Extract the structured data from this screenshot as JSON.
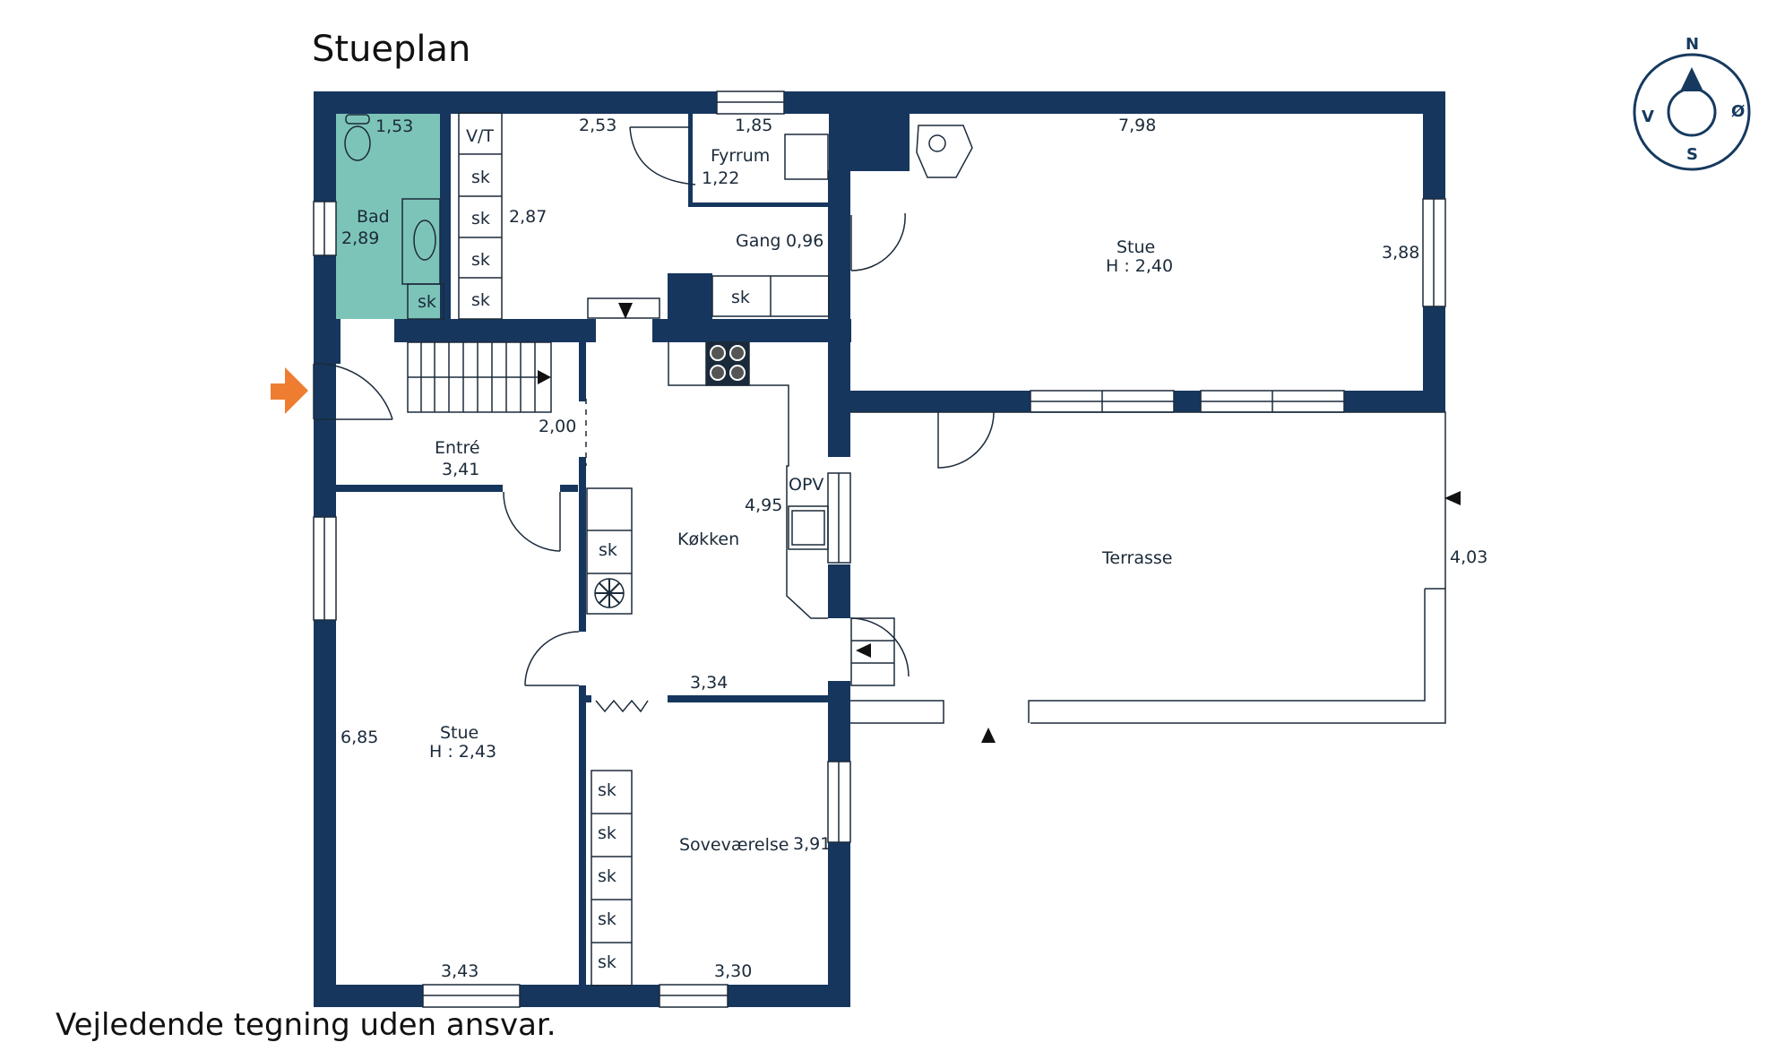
{
  "title": "Stueplan",
  "disclaimer": "Vejledende tegning uden ansvar.",
  "colors": {
    "wall": "#16365e",
    "bathroom": "#7dc4b8",
    "entry_arrow": "#ee7d31",
    "line": "#1b2a3a"
  },
  "compass": {
    "n": "N",
    "s": "S",
    "e": "Ø",
    "w": "V"
  },
  "rooms": {
    "bad": {
      "name": "Bad",
      "area": "2,89"
    },
    "toilet": {
      "area": "1,53"
    },
    "vt": {
      "name": "V/T"
    },
    "closet": {
      "area": "2,53",
      "dim": "2,87"
    },
    "fyrrum": {
      "name": "Fyrrum",
      "dim": "1,85",
      "area": "1,22"
    },
    "gang": {
      "name": "Gang",
      "area": "0,96"
    },
    "stue_east": {
      "name": "Stue",
      "height": "H : 2,40",
      "dim_w": "7,98",
      "dim_h": "3,88"
    },
    "entre": {
      "name": "Entré",
      "area": "3,41",
      "stair": "2,00"
    },
    "kokken": {
      "name": "Køkken",
      "dim": "4,95",
      "dim_b": "3,34",
      "opv": "OPV"
    },
    "terrasse": {
      "name": "Terrasse",
      "dim": "4,03"
    },
    "stue_west": {
      "name": "Stue",
      "height": "H : 2,43",
      "dim_h": "6,85",
      "dim_w": "3,43"
    },
    "sovevaerelse": {
      "name": "Soveværelse",
      "dim_h": "3,91",
      "dim_w": "3,30"
    }
  },
  "sk_label": "sk"
}
